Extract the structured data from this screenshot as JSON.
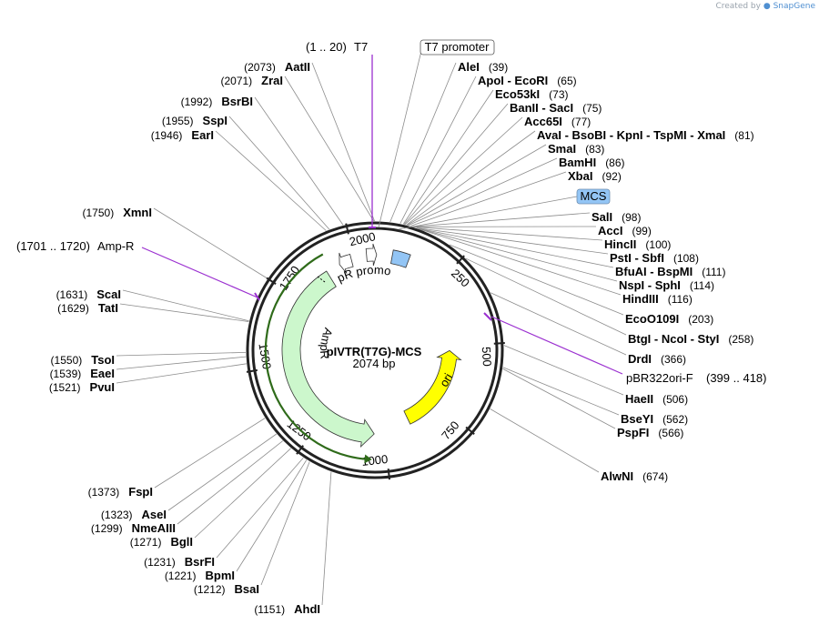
{
  "credit": {
    "prefix": "Created by",
    "brand": "SnapGene"
  },
  "plasmid": {
    "name": "pIVTR(T7G)-MCS",
    "length": 2074,
    "size_text": "2074 bp"
  },
  "ticks": [
    "250",
    "500",
    "750",
    "1000",
    "1250",
    "1500",
    "1750",
    "2000"
  ],
  "features": {
    "t7_primer": {
      "range": "(1 .. 20)",
      "name": "T7",
      "color": "#9b30d0"
    },
    "t7_promoter": {
      "name": "T7 promoter"
    },
    "mcs": {
      "name": "MCS",
      "color": "#93c5f5"
    },
    "amp_r_primer": {
      "range": "(1701 .. 1720)",
      "name": "Amp-R",
      "color": "#9b30d0"
    },
    "pbr322_primer": {
      "name": "pBR322ori-F",
      "range": "(399 .. 418)",
      "color": "#9b30d0"
    },
    "ampr_promoter": {
      "name": "AmpR promoter"
    },
    "ampr": {
      "name": "AmpR",
      "color": "#ccf7cc"
    },
    "ori": {
      "name": "ori",
      "color": "#ffff00"
    }
  },
  "sites_right": [
    {
      "name": "AleI",
      "pos": "(39)"
    },
    {
      "name": "ApoI  -  EcoRI",
      "pos": "(65)"
    },
    {
      "name": "Eco53kI",
      "pos": "(73)"
    },
    {
      "name": "BanII  -  SacI",
      "pos": "(75)"
    },
    {
      "name": "Acc65I",
      "pos": "(77)"
    },
    {
      "name": "AvaI  -  BsoBI  -  KpnI  -  TspMI  -  XmaI",
      "pos": "(81)"
    },
    {
      "name": "SmaI",
      "pos": "(83)"
    },
    {
      "name": "BamHI",
      "pos": "(86)"
    },
    {
      "name": "XbaI",
      "pos": "(92)"
    },
    {
      "name": "SalI",
      "pos": "(98)"
    },
    {
      "name": "AccI",
      "pos": "(99)"
    },
    {
      "name": "HincII",
      "pos": "(100)"
    },
    {
      "name": "PstI  -  SbfI",
      "pos": "(108)"
    },
    {
      "name": "BfuAI  -  BspMI",
      "pos": "(111)"
    },
    {
      "name": "NspI  -  SphI",
      "pos": "(114)"
    },
    {
      "name": "HindIII",
      "pos": "(116)"
    },
    {
      "name": "EcoO109I",
      "pos": "(203)"
    },
    {
      "name": "BtgI  -  NcoI  -  StyI",
      "pos": "(258)"
    },
    {
      "name": "DrdI",
      "pos": "(366)"
    },
    {
      "name": "HaeII",
      "pos": "(506)"
    },
    {
      "name": "BseYI",
      "pos": "(562)"
    },
    {
      "name": "PspFI",
      "pos": "(566)"
    },
    {
      "name": "AlwNI",
      "pos": "(674)"
    }
  ],
  "sites_left": [
    {
      "name": "AatII",
      "pos": "(2073)"
    },
    {
      "name": "ZraI",
      "pos": "(2071)"
    },
    {
      "name": "BsrBI",
      "pos": "(1992)"
    },
    {
      "name": "SspI",
      "pos": "(1955)"
    },
    {
      "name": "EarI",
      "pos": "(1946)"
    },
    {
      "name": "XmnI",
      "pos": "(1750)"
    },
    {
      "name": "ScaI",
      "pos": "(1631)"
    },
    {
      "name": "TatI",
      "pos": "(1629)"
    },
    {
      "name": "TsoI",
      "pos": "(1550)"
    },
    {
      "name": "EaeI",
      "pos": "(1539)"
    },
    {
      "name": "PvuI",
      "pos": "(1521)"
    },
    {
      "name": "FspI",
      "pos": "(1373)"
    },
    {
      "name": "AseI",
      "pos": "(1323)"
    },
    {
      "name": "NmeAIII",
      "pos": "(1299)"
    },
    {
      "name": "BglI",
      "pos": "(1271)"
    },
    {
      "name": "BsrFI",
      "pos": "(1231)"
    },
    {
      "name": "BpmI",
      "pos": "(1221)"
    },
    {
      "name": "BsaI",
      "pos": "(1212)"
    },
    {
      "name": "AhdI",
      "pos": "(1151)"
    }
  ]
}
